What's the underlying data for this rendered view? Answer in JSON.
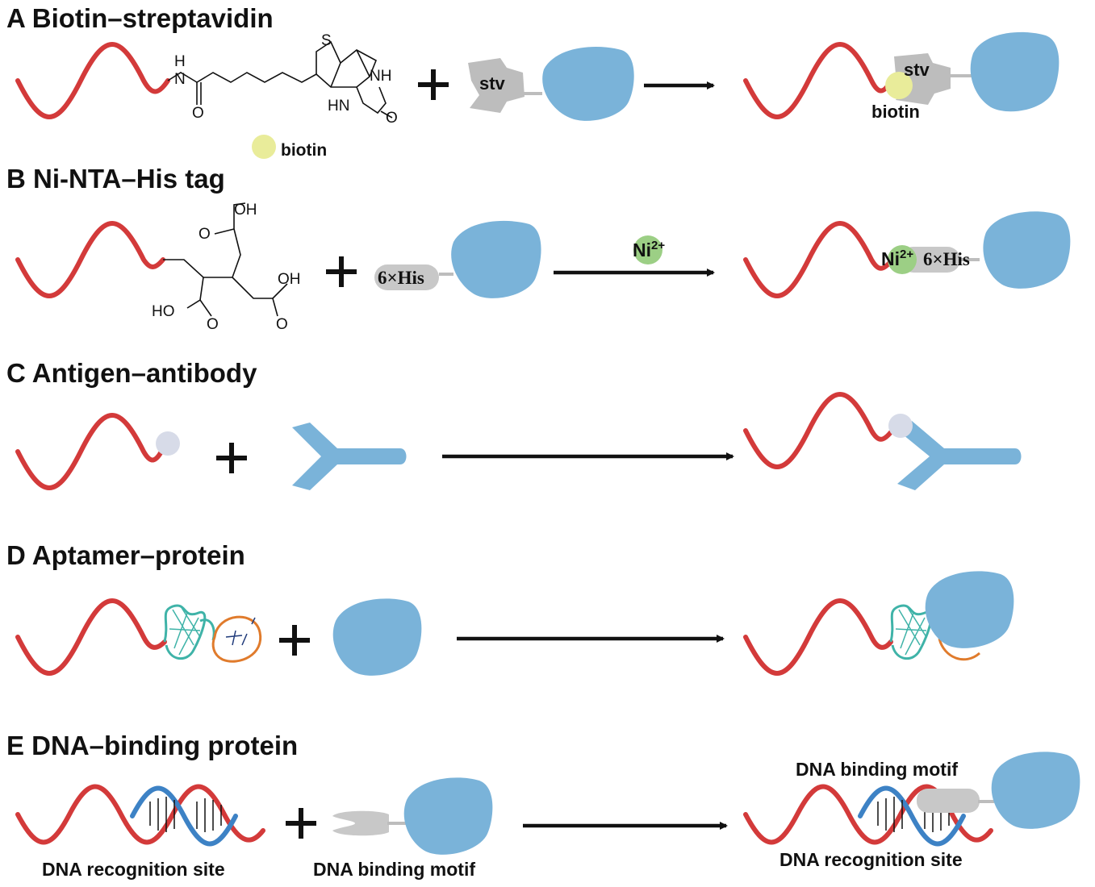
{
  "sections": {
    "a": {
      "title": "A Biotin–streptavidin",
      "stv": "stv",
      "biotin": "biotin",
      "legend_biotin": "biotin"
    },
    "b": {
      "title": "B Ni-NTA–His tag",
      "his_tag": "6×His",
      "ni": "Ni",
      "ni_charge": "2+"
    },
    "c": {
      "title": "C Antigen–antibody"
    },
    "d": {
      "title": "D Aptamer–protein"
    },
    "e": {
      "title": "E DNA–binding protein",
      "recognition_site": "DNA recognition site",
      "binding_motif": "DNA binding motif"
    }
  },
  "chem_labels": {
    "nh_top": "H",
    "n_amide": "N",
    "o_amide": "O",
    "s": "S",
    "nh_right": "NH",
    "hn_left": "HN",
    "o_urea": "O",
    "oh_top": "OH",
    "o_top": "O",
    "oh_right": "OH",
    "ho_left": "HO",
    "o_left": "O",
    "o_right": "O"
  },
  "colors": {
    "dna_red": "#d33a3a",
    "dna_blue": "#3d82c5",
    "protein": "#7ab3d9",
    "streptavidin": "#bdbdbd",
    "biotin": "#e9ec9a",
    "nickel": "#9ccf85",
    "antigen": "#d7dbe8",
    "aptamer_teal": "#3fb3a8",
    "aptamer_orange": "#e07b2c"
  },
  "icons": [
    "dna-helix-icon",
    "protein-icon",
    "streptavidin-icon",
    "antibody-icon",
    "aptamer-icon",
    "arrow-icon",
    "plus-icon"
  ]
}
